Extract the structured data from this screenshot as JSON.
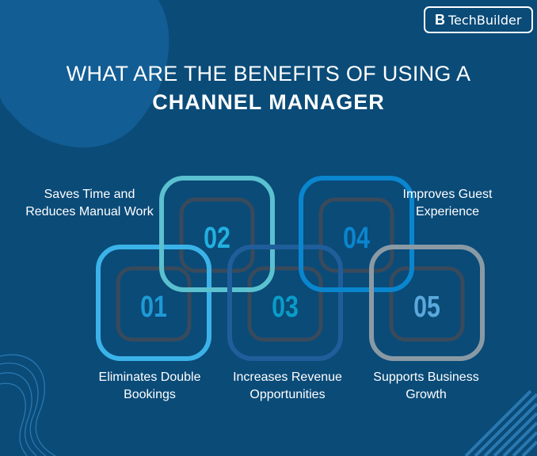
{
  "brand": {
    "name": "TechBuilder",
    "mark": "B"
  },
  "title": {
    "line1": "WHAT ARE THE BENEFITS OF USING A",
    "line2": "CHANNEL MANAGER"
  },
  "benefits": [
    {
      "number": "01",
      "label": "Eliminates Double Bookings",
      "color": "#3bb3e8",
      "num_color": "#1e9ad6"
    },
    {
      "number": "02",
      "label": "Saves Time and Reduces Manual Work",
      "color": "#5bc0cf",
      "num_color": "#22b0e0"
    },
    {
      "number": "03",
      "label": "Increases Revenue Opportunities",
      "color": "#1f5e9a",
      "num_color": "#0a9cc8"
    },
    {
      "number": "04",
      "label": "Improves Guest Experience",
      "color": "#0a86cf",
      "num_color": "#0a86cf"
    },
    {
      "number": "05",
      "label": "Supports Business Growth",
      "color": "#8a9aa5",
      "num_color": "#5aa8dc"
    }
  ]
}
